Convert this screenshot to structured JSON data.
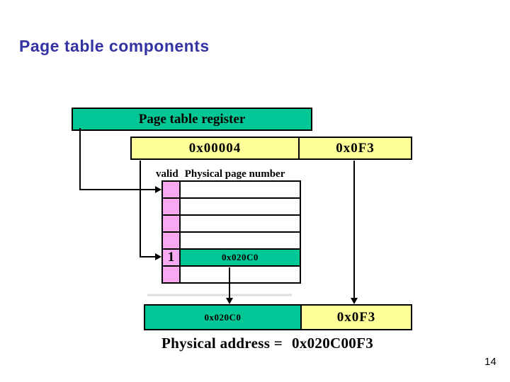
{
  "slide": {
    "title": "Page table components",
    "page_number": "14"
  },
  "register_box": {
    "label": "Page table register"
  },
  "virtual_address": {
    "vpn": "0x00004",
    "offset": "0x0F3"
  },
  "labels": {
    "valid": "valid",
    "ppn": "Physical page number"
  },
  "page_table": {
    "rows": [
      {
        "valid": "",
        "ppn": ""
      },
      {
        "valid": "",
        "ppn": ""
      },
      {
        "valid": "",
        "ppn": ""
      },
      {
        "valid": "",
        "ppn": ""
      },
      {
        "valid": "1",
        "ppn": "0x020C0"
      },
      {
        "valid": "",
        "ppn": ""
      }
    ]
  },
  "physical_address": {
    "frame": "0x020C0",
    "offset": "0x0F3",
    "label": "Physical address =",
    "value": "0x020C00F3"
  },
  "colors": {
    "green": "#00C795",
    "yellow": "#FFFF99",
    "pink": "#F8A9F1",
    "title_blue": "#3333A3",
    "line_black": "#000000"
  }
}
